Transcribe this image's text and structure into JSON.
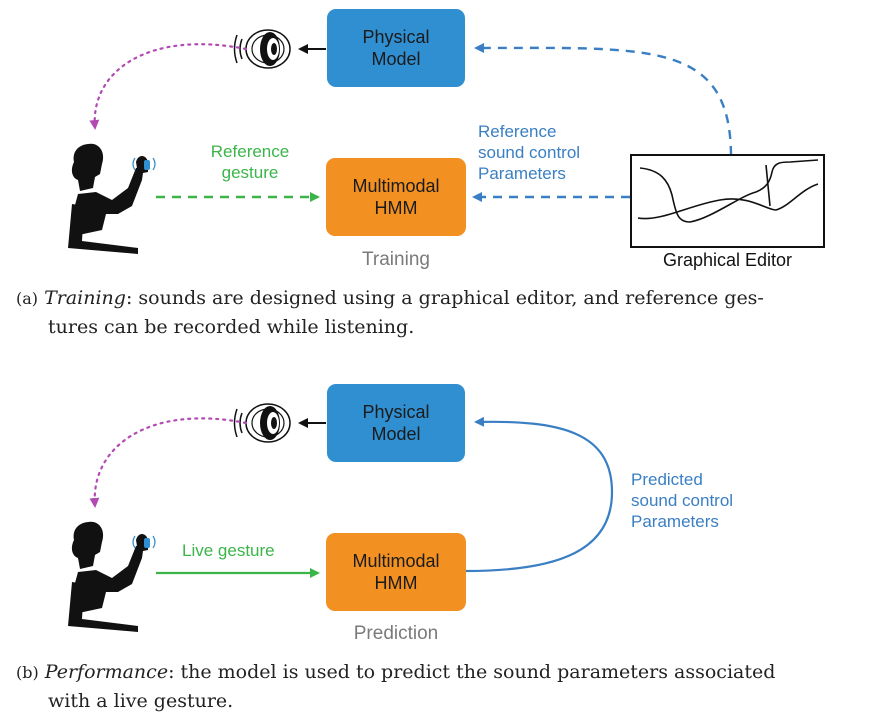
{
  "colors": {
    "blue_box": "#2f8fd1",
    "orange_box": "#f29122",
    "blue_arrow": "#3a7fc4",
    "green_arrow": "#3bb54a",
    "magenta_arrow": "#b24ab3",
    "black": "#111111"
  },
  "icons": [
    "speaker-icon",
    "person-gesturing-icon"
  ],
  "panel_a": {
    "physical_model": [
      "Physical",
      "Model"
    ],
    "hmm": [
      "Multimodal",
      "HMM"
    ],
    "gesture_label": [
      "Reference",
      "gesture"
    ],
    "params_label": [
      "Reference",
      "sound control",
      "Parameters"
    ],
    "editor_label": "Graphical Editor",
    "stage_label": "Training",
    "caption_tag": "(a)",
    "caption_italic": "Training",
    "caption_line1_rest": ": sounds are designed using a graphical editor, and reference ges-",
    "caption_line2": "tures can be recorded while listening."
  },
  "panel_b": {
    "physical_model": [
      "Physical",
      "Model"
    ],
    "hmm": [
      "Multimodal",
      "HMM"
    ],
    "gesture_label": "Live gesture",
    "params_label": [
      "Predicted",
      "sound control",
      "Parameters"
    ],
    "stage_label": "Prediction",
    "caption_tag": "(b)",
    "caption_italic": "Performance",
    "caption_line1_rest": ": the model is used to predict the sound parameters associated",
    "caption_line2": "with a live gesture."
  }
}
